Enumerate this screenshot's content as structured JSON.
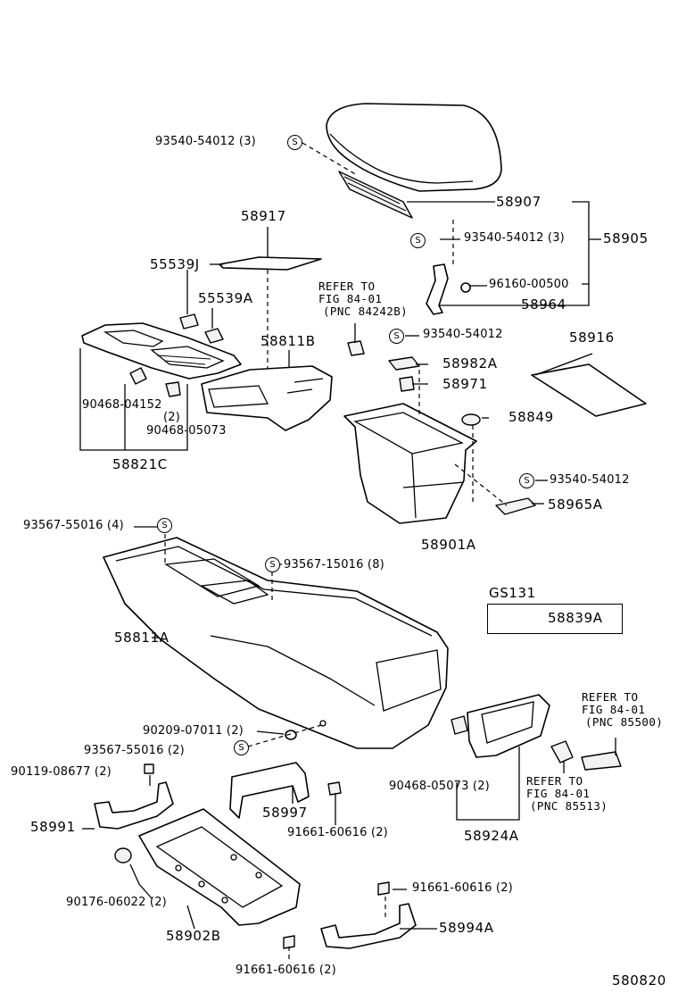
{
  "s_symbol": "S",
  "labels": {
    "p93540_54012_3_a": "93540-54012 (3)",
    "p58907": "58907",
    "p93540_54012_3_b": "93540-54012 (3)",
    "p58905": "58905",
    "p58917": "58917",
    "p55539J": "55539J",
    "p55539A": "55539A",
    "p96160_00500": "96160-00500",
    "p58964": "58964",
    "p58811B": "58811B",
    "p93540_54012_c": "93540-54012",
    "p58916": "58916",
    "p58982A": "58982A",
    "p58971": "58971",
    "p90468_04152": "90468-04152",
    "p90468_04152_qty": "(2)",
    "p90468_05073_a": "90468-05073",
    "p58849": "58849",
    "p58821C": "58821C",
    "p93540_54012_d": "93540-54012",
    "p58965A": "58965A",
    "p93567_55016_4": "93567-55016 (4)",
    "p58901A": "58901A",
    "p93567_15016_8": "93567-15016 (8)",
    "gs131": "GS131",
    "p58839A": "58839A",
    "p58811A": "58811A",
    "p90209_07011": "90209-07011 (2)",
    "p93567_55016_2": "93567-55016 (2)",
    "p90119_08677": "90119-08677 (2)",
    "p58991": "58991",
    "p58997": "58997",
    "p91661_60616_a": "91661-60616 (2)",
    "p90468_05073_2": "90468-05073 (2)",
    "p58924A": "58924A",
    "p90176_06022": "90176-06022 (2)",
    "p91661_60616_b": "91661-60616 (2)",
    "p58902B": "58902B",
    "p58994A": "58994A",
    "p91661_60616_c": "91661-60616 (2)",
    "fig_code": "580820"
  },
  "notes": {
    "refer_84242B": [
      "REFER TO",
      "FIG 84-01",
      "(PNC 84242B)"
    ],
    "refer_85500": [
      "REFER TO",
      "FIG 84-01",
      "(PNC 85500)"
    ],
    "refer_85513": [
      "REFER TO",
      "FIG 84-01",
      "(PNC 85513)"
    ]
  }
}
